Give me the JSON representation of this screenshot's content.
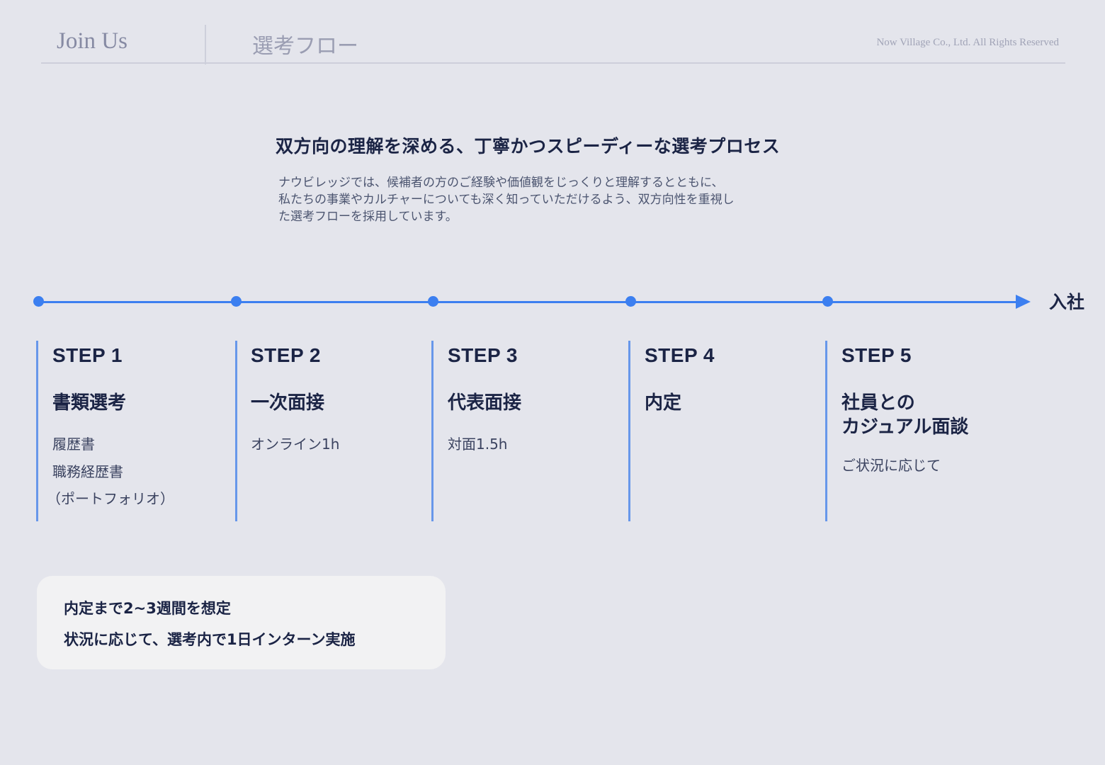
{
  "header": {
    "title": "Join Us",
    "section": "選考フロー",
    "copyright": "Now Village Co., Ltd. All Rights Reserved"
  },
  "intro": {
    "heading": "双方向の理解を深める、丁寧かつスピーディーな選考プロセス",
    "body_lines": [
      "ナウビレッジでは、候補者の方のご経験や価値観をじっくりと理解するとともに、",
      "私たちの事業やカルチャーについても深く知っていただけるよう、双方向性を重視し",
      "た選考フローを採用しています。"
    ]
  },
  "timeline": {
    "end_label": "入社",
    "accent_color": "#3c7ff0",
    "steps": [
      {
        "label": "STEP 1",
        "title_lines": [
          "書類選考"
        ],
        "details": [
          "履歴書",
          "職務経歴書",
          "（ポートフォリオ）"
        ]
      },
      {
        "label": "STEP 2",
        "title_lines": [
          "一次面接"
        ],
        "details": [
          "オンライン1h"
        ]
      },
      {
        "label": "STEP 3",
        "title_lines": [
          "代表面接"
        ],
        "details": [
          "対面1.5h"
        ]
      },
      {
        "label": "STEP 4",
        "title_lines": [
          "内定"
        ],
        "details": []
      },
      {
        "label": "STEP 5",
        "title_lines": [
          "社員との",
          "カジュアル面談"
        ],
        "details": [
          "ご状況に応じて"
        ]
      }
    ]
  },
  "note": {
    "lines": [
      "内定まで2~3週間を想定",
      "状況に応じて、選考内で1日インターン実施"
    ]
  }
}
